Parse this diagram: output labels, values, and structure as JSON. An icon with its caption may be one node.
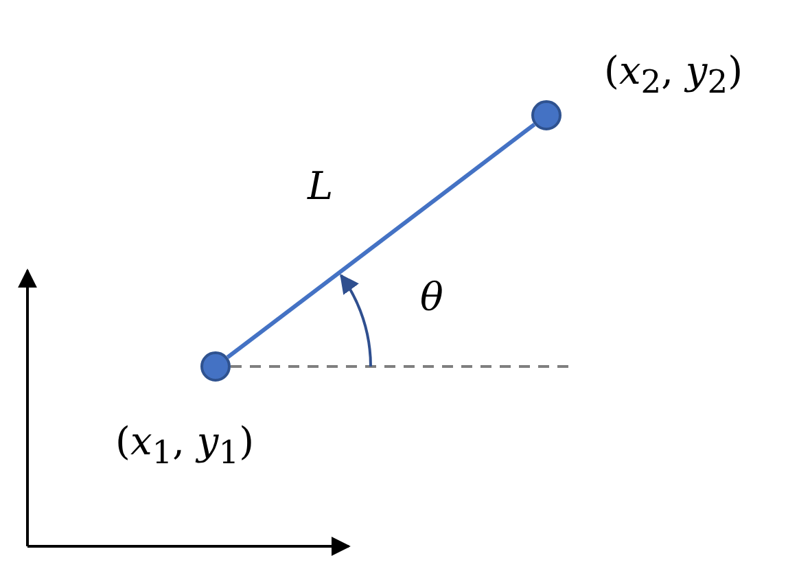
{
  "diagram": {
    "nodes": [
      {
        "text": [],
        "shape": "circle",
        "beside": [
          "(*x*$_{1}$, *y*$_{1}$)"
        ]
      },
      {
        "text": [],
        "shape": "circle",
        "beside": [
          "(*x*$_{2}$, *y*$_{2}$)"
        ]
      }
    ],
    "edges": [
      {
        "from": 0,
        "to": 1,
        "arrow": "none",
        "label": "L"
      },
      {
        "from": 0,
        "to": null,
        "arrow": "none",
        "style": "dashed",
        "color": "#7f7f7f"
      }
    ],
    "labels": [
      "θ"
    ]
  }
}
